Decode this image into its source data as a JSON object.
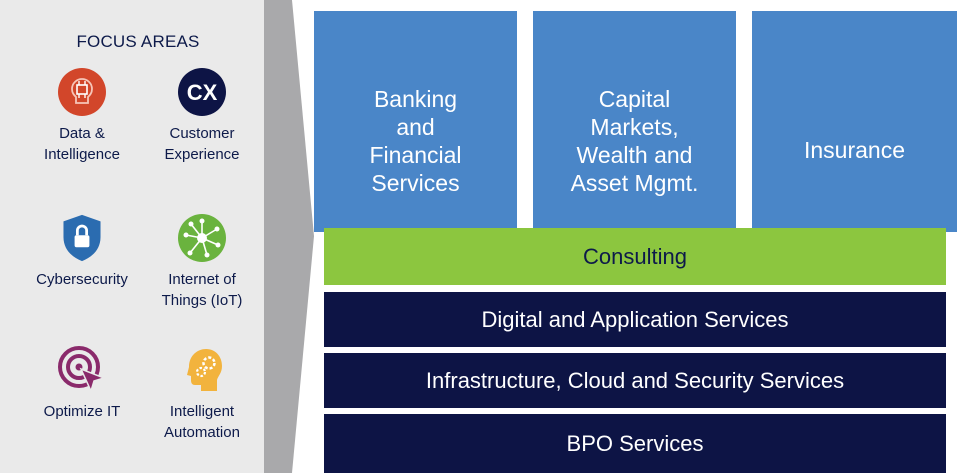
{
  "focus": {
    "title": "FOCUS AREAS",
    "items": [
      {
        "label": "Data &\nIntelligence",
        "icon": "brain-chip-icon",
        "color": "#d2462a"
      },
      {
        "label": "Customer\nExperience",
        "icon": "cx-icon",
        "color": "#0d1445"
      },
      {
        "label": "Cybersecurity",
        "icon": "shield-lock-icon",
        "color": "#2b6cb0"
      },
      {
        "label": "Internet of\nThings (IoT)",
        "icon": "network-nodes-icon",
        "color": "#6ab33e"
      },
      {
        "label": "Optimize IT",
        "icon": "target-cursor-icon",
        "color": "#8a2a6b"
      },
      {
        "label": "Intelligent\nAutomation",
        "icon": "head-gears-icon",
        "color": "#f2b33d"
      }
    ]
  },
  "cx_text": "CX",
  "industries": [
    {
      "label": "Banking\nand\nFinancial\nServices"
    },
    {
      "label": "Capital\nMarkets,\nWealth and\nAsset Mgmt."
    },
    {
      "label": "Insurance"
    }
  ],
  "services": {
    "consulting": "Consulting",
    "digital": "Digital and Application Services",
    "infra": "Infrastructure, Cloud and Security Services",
    "bpo": "BPO Services"
  },
  "colors": {
    "industry_blue": "#4a86c8",
    "consulting_green": "#8cc63f",
    "navy": "#0d1445",
    "panel_gray": "#eaeaea",
    "chevron_gray": "#a9a9ab"
  }
}
